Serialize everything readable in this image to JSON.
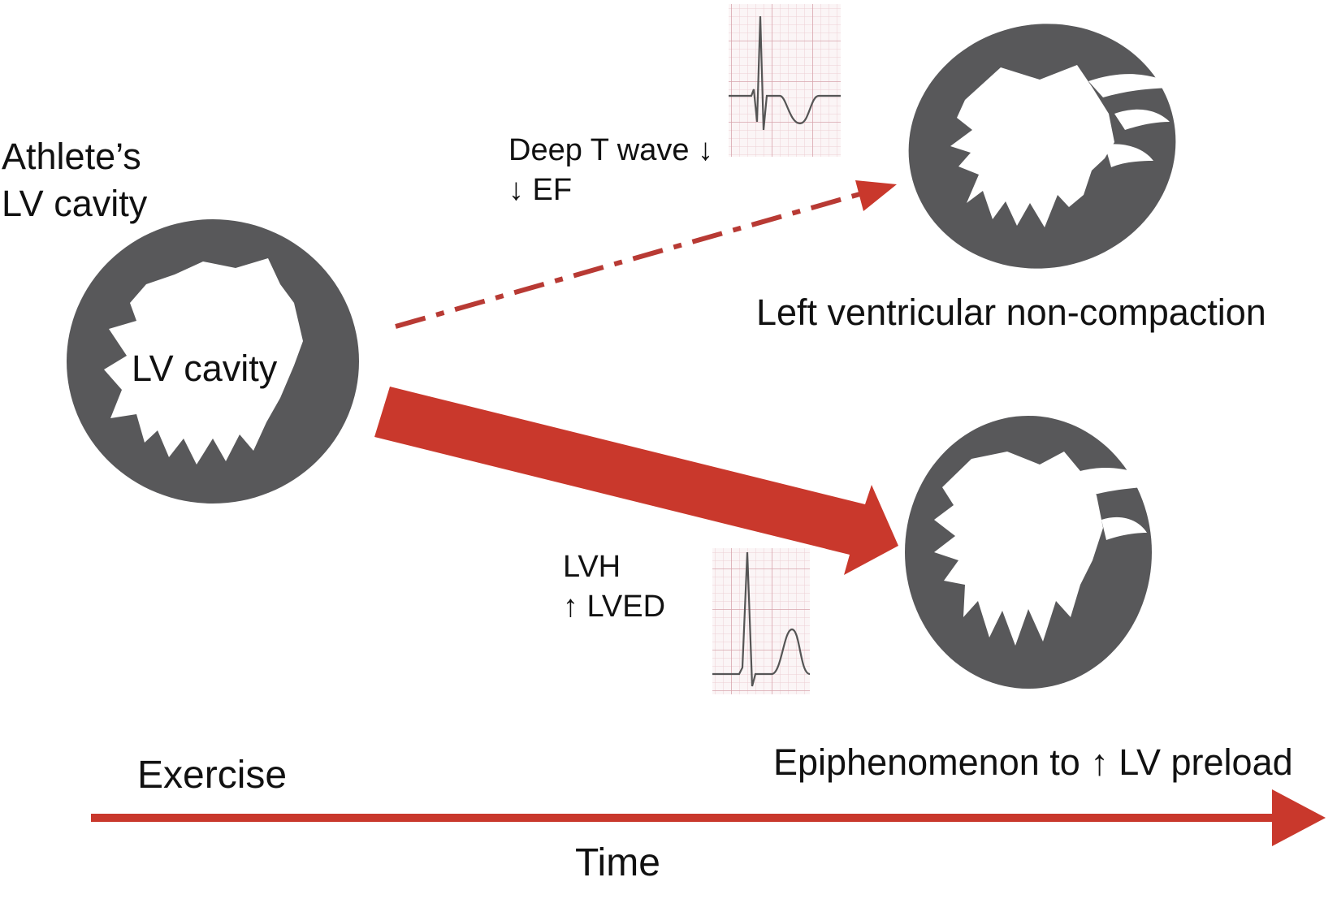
{
  "labels": {
    "athlete_line1": "Athlete’s",
    "athlete_line2": "LV cavity",
    "lv_cavity": "LV cavity",
    "deep_t_wave": "Deep T wave ↓",
    "low_ef": "↓ EF",
    "lvnc": "Left ventricular non-compaction",
    "lvh": "LVH",
    "lved": "↑ LVED",
    "epiphenomenon": "Epiphenomenon to ↑ LV preload",
    "exercise": "Exercise",
    "time": "Time"
  },
  "colors": {
    "arrow": "#c9382c",
    "dashed_arrow": "#b83a34",
    "myocardium": "#58585a",
    "ecg_grid": "#e4b9bf",
    "ecg_trace": "#555555"
  }
}
